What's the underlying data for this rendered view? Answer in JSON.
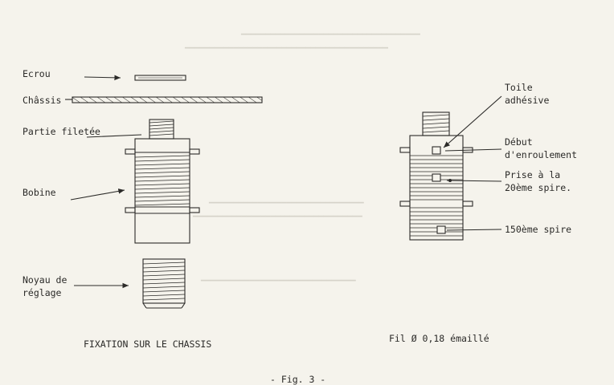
{
  "left": {
    "labels": {
      "ecrou": "Ecrou",
      "chassis": "Châssis",
      "partie_filetee": "Partie filetée",
      "bobine": "Bobine",
      "noyau_line1": "Noyau de",
      "noyau_line2": "réglage"
    },
    "caption": "FIXATION SUR LE CHASSIS"
  },
  "right": {
    "labels": {
      "toile_line1": "Toile",
      "toile_line2": "adhésive",
      "debut_line1": "Début",
      "debut_line2": "d'enroulement",
      "prise_line1": "Prise à la",
      "prise_line2": "20ème spire.",
      "spire150": "150ème spire"
    },
    "caption": "Fil Ø 0,18 émaillé"
  },
  "figure_label": "- Fig. 3 -",
  "colors": {
    "ink": "#2b2a28",
    "paper": "#f5f3ec"
  }
}
